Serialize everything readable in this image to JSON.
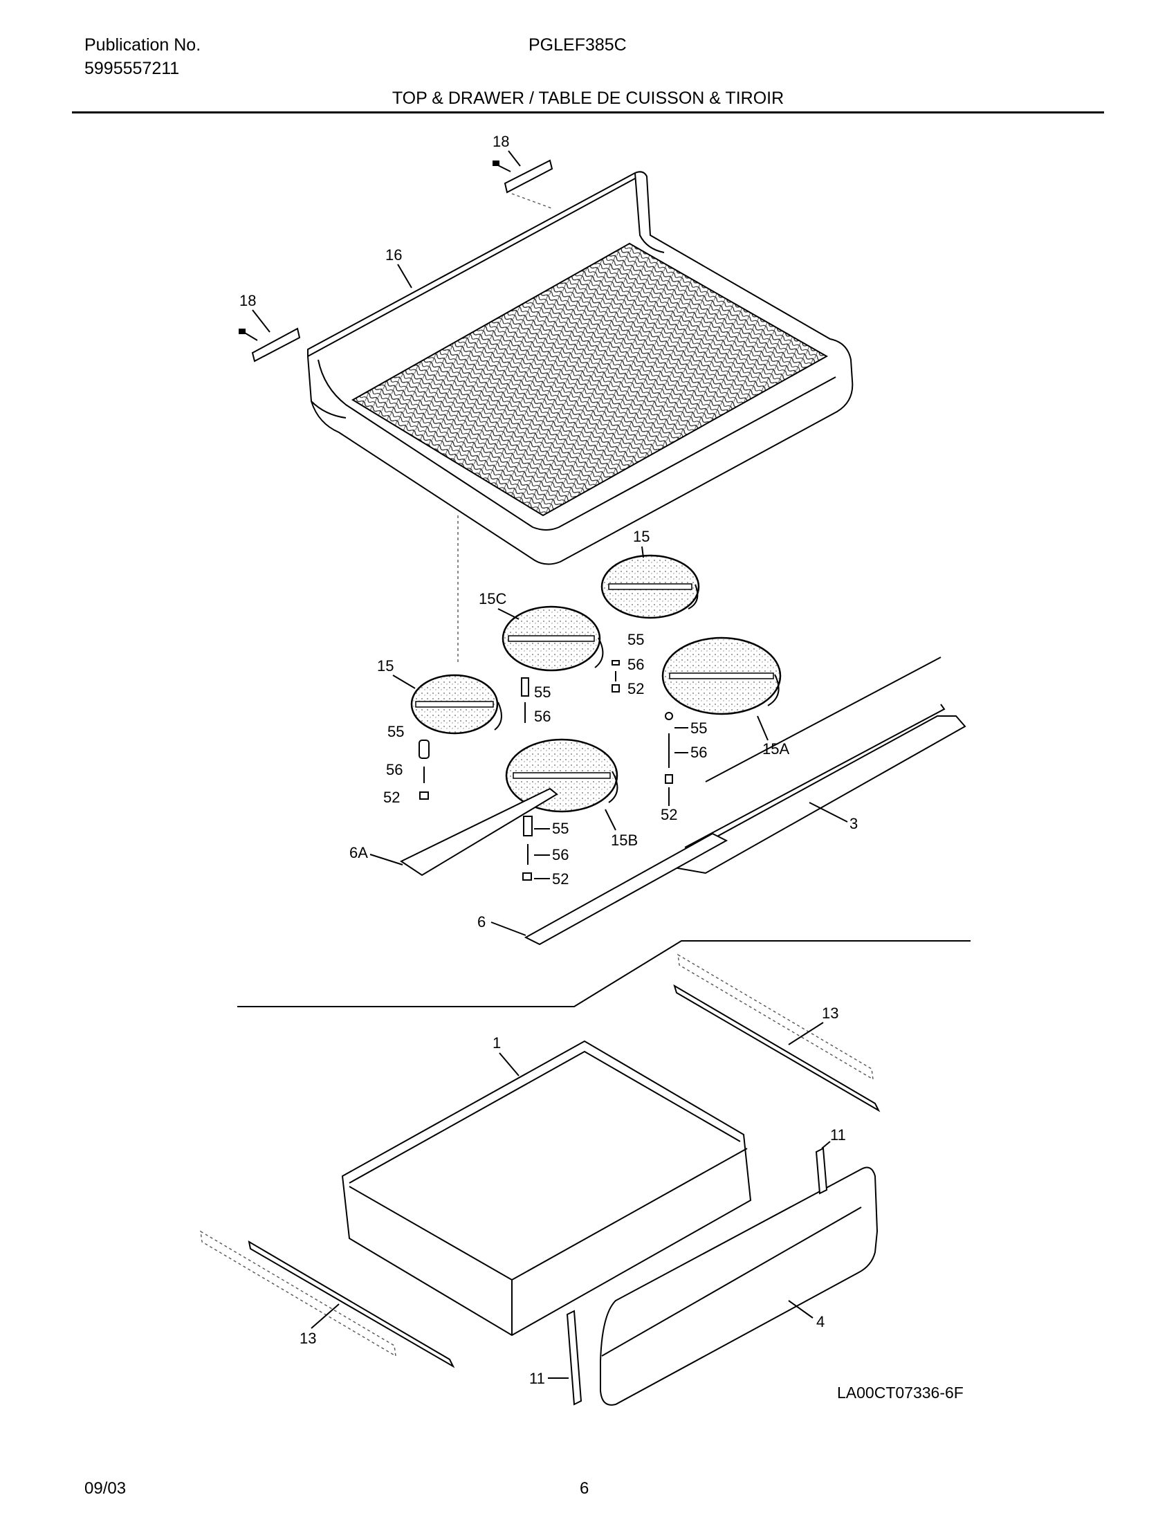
{
  "header": {
    "publication_label": "Publication No.",
    "publication_number": "5995557211",
    "model": "PGLEF385C",
    "section_title": "TOP & DRAWER / TABLE DE CUISSON & TIROIR"
  },
  "diagram": {
    "callouts": {
      "c18a": "18",
      "c16": "16",
      "c18b": "18",
      "c15a": "15",
      "c15c": "15C",
      "c15b_top": "15",
      "c55a": "55",
      "c56a": "56",
      "c52a": "52",
      "c55b": "55",
      "c56b": "56",
      "c55c": "55",
      "c56c": "56",
      "c52c": "52",
      "c55d": "55",
      "c56d": "56",
      "c15A": "15A",
      "c52d": "52",
      "c3": "3",
      "c6A": "6A",
      "c55e": "55",
      "c56e": "56",
      "c52e": "52",
      "c15B": "15B",
      "c6": "6",
      "c13a": "13",
      "c1": "1",
      "c11a": "11",
      "c13b": "13",
      "c4": "4",
      "c11b": "11"
    },
    "diagram_id": "LA00CT07336-6F"
  },
  "footer": {
    "date": "09/03",
    "page": "6"
  }
}
